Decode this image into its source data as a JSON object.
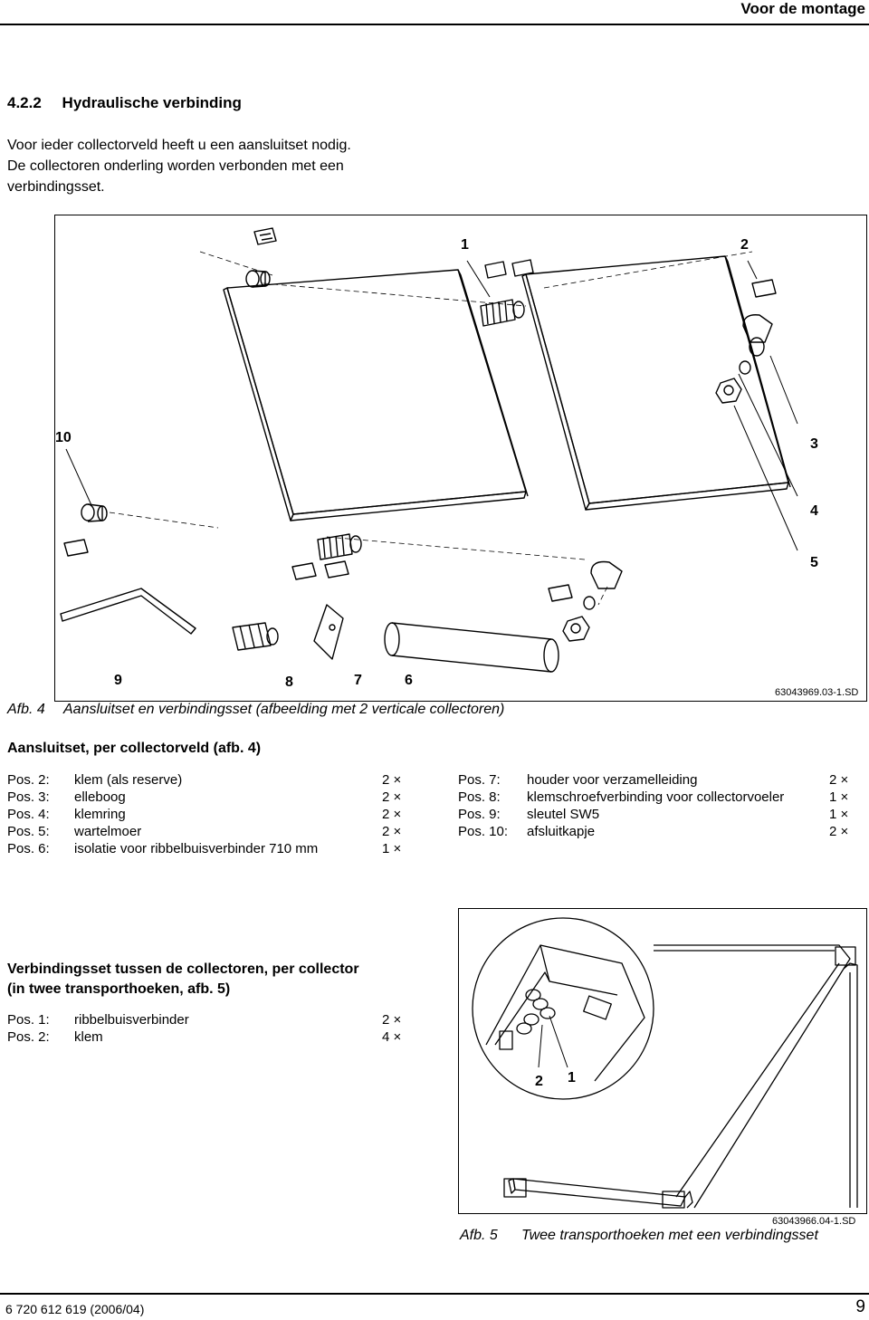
{
  "header": {
    "title": "Voor de montage"
  },
  "section": {
    "number": "4.2.2",
    "title": "Hydraulische verbinding"
  },
  "intro": {
    "lines": [
      "Voor ieder collectorveld heeft u een aansluitset nodig.",
      "De collectoren onderling worden verbonden met een",
      "verbindingsset."
    ]
  },
  "figure1": {
    "labels": [
      "1",
      "2",
      "3",
      "4",
      "5",
      "6",
      "7",
      "8",
      "9",
      "10"
    ],
    "code": "63043969.03-1.SD",
    "caption_prefix": "Afb. 4",
    "caption": "Aansluitset en verbindingsset (afbeelding met 2 verticale collectoren)"
  },
  "aansluitset": {
    "title": "Aansluitset, per collectorveld (afb. 4)",
    "left": [
      {
        "pos": "Pos. 2:",
        "text": "klem (als reserve)",
        "qty": "2 ×"
      },
      {
        "pos": "Pos. 3:",
        "text": "elleboog",
        "qty": "2 ×"
      },
      {
        "pos": "Pos. 4:",
        "text": "klemring",
        "qty": "2 ×"
      },
      {
        "pos": "Pos. 5:",
        "text": "wartelmoer",
        "qty": "2 ×"
      },
      {
        "pos": "Pos. 6:",
        "text": "isolatie voor ribbelbuisverbinder 710 mm",
        "qty": "1 ×"
      }
    ],
    "right": [
      {
        "pos": "Pos. 7:",
        "text": "houder voor verzamelleiding",
        "qty": "2 ×"
      },
      {
        "pos": "Pos. 8:",
        "text": "klemschroefverbinding voor collectorvoeler",
        "qty": "1 ×"
      },
      {
        "pos": "Pos. 9:",
        "text": "sleutel SW5",
        "qty": "1 ×"
      },
      {
        "pos": "Pos. 10:",
        "text": "afsluitkapje",
        "qty": "2 ×"
      }
    ]
  },
  "verbindingsset": {
    "title_line1": "Verbindingsset tussen de collectoren, per collector",
    "title_line2": "(in twee transporthoeken, afb. 5)",
    "items": [
      {
        "pos": "Pos. 1:",
        "text": "ribbelbuisverbinder",
        "qty": "2 ×"
      },
      {
        "pos": "Pos. 2:",
        "text": "klem",
        "qty": "4 ×"
      }
    ]
  },
  "figure2": {
    "labels": [
      "2",
      "1"
    ],
    "code": "63043966.04-1.SD",
    "caption_prefix": "Afb. 5",
    "caption": "Twee transporthoeken met een verbindingsset"
  },
  "footer": {
    "doc_number": "6 720 612 619 (2006/04)",
    "page": "9"
  }
}
